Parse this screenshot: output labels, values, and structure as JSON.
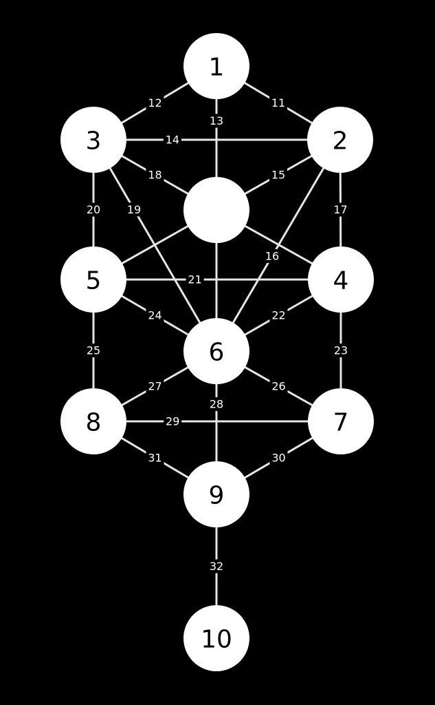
{
  "diagram": {
    "background": "#000000",
    "node_color": "#ffffff",
    "edge_color": "#e6e6e6",
    "nodes": [
      {
        "id": "1",
        "label": "1"
      },
      {
        "id": "2",
        "label": "2"
      },
      {
        "id": "3",
        "label": "3"
      },
      {
        "id": "h",
        "label": ""
      },
      {
        "id": "4",
        "label": "4"
      },
      {
        "id": "5",
        "label": "5"
      },
      {
        "id": "6",
        "label": "6"
      },
      {
        "id": "7",
        "label": "7"
      },
      {
        "id": "8",
        "label": "8"
      },
      {
        "id": "9",
        "label": "9"
      },
      {
        "id": "10",
        "label": "10"
      }
    ],
    "edges": [
      {
        "from": "1",
        "to": "2",
        "label": "11"
      },
      {
        "from": "1",
        "to": "3",
        "label": "12"
      },
      {
        "from": "1",
        "to": "h",
        "label": "13"
      },
      {
        "from": "3",
        "to": "2",
        "label": "14"
      },
      {
        "from": "2",
        "to": "h",
        "label": "15"
      },
      {
        "from": "2",
        "to": "6",
        "label": "16"
      },
      {
        "from": "2",
        "to": "4",
        "label": "17"
      },
      {
        "from": "3",
        "to": "h",
        "label": "18"
      },
      {
        "from": "3",
        "to": "6",
        "label": "19"
      },
      {
        "from": "3",
        "to": "5",
        "label": "20"
      },
      {
        "from": "5",
        "to": "4",
        "label": "21"
      },
      {
        "from": "4",
        "to": "6",
        "label": "22"
      },
      {
        "from": "4",
        "to": "7",
        "label": "23"
      },
      {
        "from": "5",
        "to": "6",
        "label": "24"
      },
      {
        "from": "5",
        "to": "8",
        "label": "25"
      },
      {
        "from": "6",
        "to": "7",
        "label": "26"
      },
      {
        "from": "6",
        "to": "8",
        "label": "27"
      },
      {
        "from": "6",
        "to": "9",
        "label": "28"
      },
      {
        "from": "8",
        "to": "7",
        "label": "29"
      },
      {
        "from": "7",
        "to": "9",
        "label": "30"
      },
      {
        "from": "8",
        "to": "9",
        "label": "31"
      },
      {
        "from": "9",
        "to": "10",
        "label": "32"
      },
      {
        "from": "h",
        "to": "5",
        "label": ""
      },
      {
        "from": "h",
        "to": "4",
        "label": ""
      },
      {
        "from": "h",
        "to": "6",
        "label": ""
      }
    ]
  }
}
